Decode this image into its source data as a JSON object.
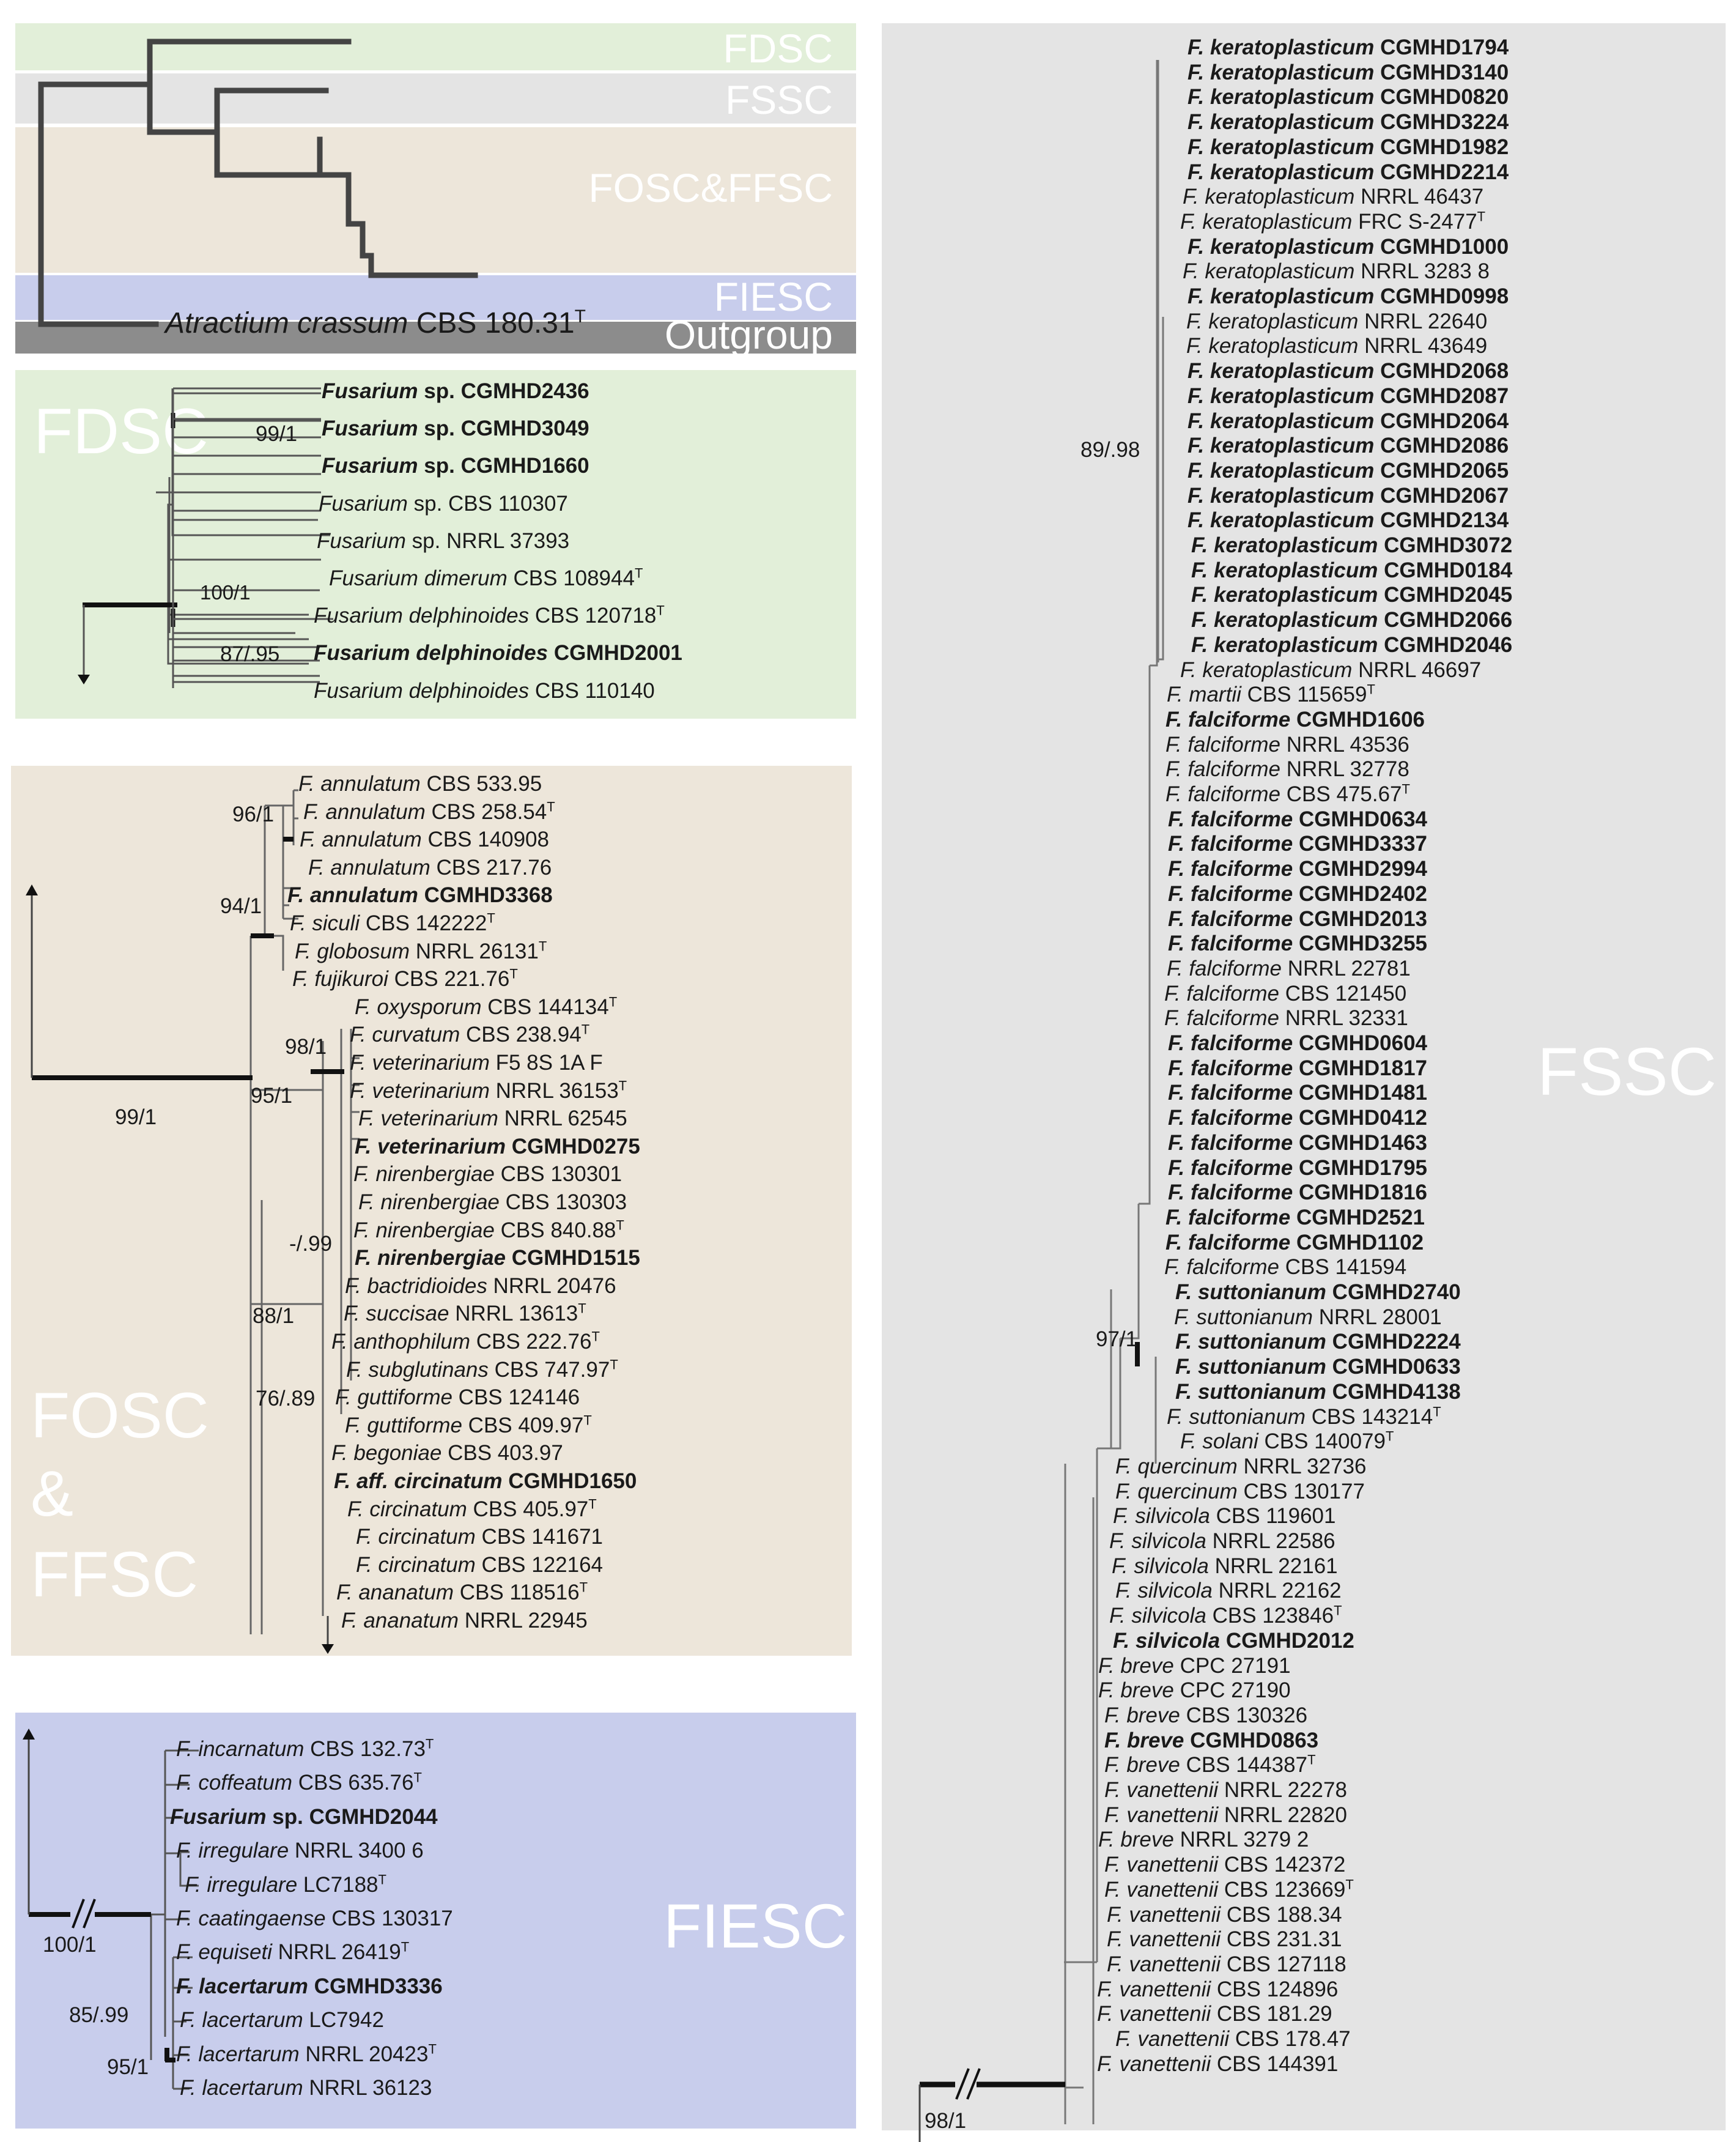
{
  "overview": {
    "clades": [
      "FDSC",
      "FSSC",
      "FOSC&FFSC",
      "FIESC"
    ],
    "outgroup_label": "Outgroup",
    "outgroup_taxon": {
      "sp": "Atractium crassum",
      "code": "CBS 180.31",
      "sup": "T"
    }
  },
  "fdsc": {
    "title": "FDSC",
    "supports": [
      "99/1",
      "100/1",
      "87/.95"
    ],
    "taxa": [
      {
        "sp": "Fusarium",
        "code": "sp. CGMHD2436",
        "sup": "",
        "bold": true
      },
      {
        "sp": "Fusarium",
        "code": "sp. CGMHD3049",
        "sup": "",
        "bold": true
      },
      {
        "sp": "Fusarium",
        "code": "sp. CGMHD1660",
        "sup": "",
        "bold": true
      },
      {
        "sp": "Fusarium",
        "code": "sp. CBS 110307",
        "sup": "",
        "bold": false
      },
      {
        "sp": "Fusarium",
        "code": "sp. NRRL 37393",
        "sup": "",
        "bold": false
      },
      {
        "sp": "Fusarium dimerum",
        "code": "CBS 108944",
        "sup": "T",
        "bold": false
      },
      {
        "sp": "Fusarium delphinoides",
        "code": "CBS 120718",
        "sup": "T",
        "bold": false
      },
      {
        "sp": "Fusarium delphinoides",
        "code": "CGMHD2001",
        "sup": "",
        "bold": true
      },
      {
        "sp": "Fusarium delphinoides",
        "code": "CBS 110140",
        "sup": "",
        "bold": false
      }
    ]
  },
  "fosc": {
    "title_lines": [
      "FOSC",
      "&",
      "FFSC"
    ],
    "supports": [
      "96/1",
      "94/1",
      "98/1",
      "95/1",
      "99/1",
      "-/.99",
      "88/1",
      "76/.89"
    ],
    "taxa": [
      {
        "sp": "F. annulatum",
        "code": "CBS 533.95",
        "sup": "",
        "bold": false
      },
      {
        "sp": "F. annulatum",
        "code": "CBS 258.54",
        "sup": "T",
        "bold": false
      },
      {
        "sp": "F. annulatum",
        "code": "CBS 140908",
        "sup": "",
        "bold": false
      },
      {
        "sp": "F. annulatum",
        "code": "CBS 217.76",
        "sup": "",
        "bold": false
      },
      {
        "sp": "F. annulatum",
        "code": "CGMHD3368",
        "sup": "",
        "bold": true
      },
      {
        "sp": "F. siculi",
        "code": "CBS 142222",
        "sup": "T",
        "bold": false
      },
      {
        "sp": "F. globosum",
        "code": "NRRL 26131",
        "sup": "T",
        "bold": false
      },
      {
        "sp": "F. fujikuroi",
        "code": "CBS 221.76",
        "sup": "T",
        "bold": false
      },
      {
        "sp": "F. oxysporum",
        "code": "CBS 144134",
        "sup": "T",
        "bold": false
      },
      {
        "sp": "F. curvatum",
        "code": "CBS 238.94",
        "sup": "T",
        "bold": false
      },
      {
        "sp": "F. veterinarium",
        "code": "F5 8S 1A F",
        "sup": "",
        "bold": false
      },
      {
        "sp": "F. veterinarium",
        "code": "NRRL 36153",
        "sup": "T",
        "bold": false
      },
      {
        "sp": "F. veterinarium",
        "code": "NRRL 62545",
        "sup": "",
        "bold": false
      },
      {
        "sp": "F. veterinarium",
        "code": "CGMHD0275",
        "sup": "",
        "bold": true
      },
      {
        "sp": "F. nirenbergiae",
        "code": "CBS 130301",
        "sup": "",
        "bold": false
      },
      {
        "sp": "F. nirenbergiae",
        "code": "CBS 130303",
        "sup": "",
        "bold": false
      },
      {
        "sp": "F. nirenbergiae",
        "code": "CBS 840.88",
        "sup": "T",
        "bold": false
      },
      {
        "sp": "F. nirenbergiae",
        "code": "CGMHD1515",
        "sup": "",
        "bold": true
      },
      {
        "sp": "F. bactridioides",
        "code": "NRRL 20476",
        "sup": "",
        "bold": false
      },
      {
        "sp": "F. succisae",
        "code": "NRRL 13613",
        "sup": "T",
        "bold": false
      },
      {
        "sp": "F. anthophilum",
        "code": "CBS 222.76",
        "sup": "T",
        "bold": false
      },
      {
        "sp": "F. subglutinans",
        "code": "CBS 747.97",
        "sup": "T",
        "bold": false
      },
      {
        "sp": "F. guttiforme",
        "code": "CBS 124146",
        "sup": "",
        "bold": false
      },
      {
        "sp": "F. guttiforme",
        "code": "CBS 409.97",
        "sup": "T",
        "bold": false
      },
      {
        "sp": "F. begoniae",
        "code": "CBS 403.97",
        "sup": "",
        "bold": false
      },
      {
        "sp": "F. aff. circinatum",
        "code": "CGMHD1650",
        "sup": "",
        "bold": true
      },
      {
        "sp": "F. circinatum",
        "code": "CBS 405.97",
        "sup": "T",
        "bold": false
      },
      {
        "sp": "F. circinatum",
        "code": "CBS 141671",
        "sup": "",
        "bold": false
      },
      {
        "sp": "F. circinatum",
        "code": "CBS 122164",
        "sup": "",
        "bold": false
      },
      {
        "sp": "F. ananatum",
        "code": "CBS 118516",
        "sup": "T",
        "bold": false
      },
      {
        "sp": "F. ananatum",
        "code": "NRRL 22945",
        "sup": "",
        "bold": false
      }
    ]
  },
  "fiesc": {
    "title": "FIESC",
    "supports": [
      "100/1",
      "85/.99",
      "95/1"
    ],
    "taxa": [
      {
        "sp": "F. incarnatum",
        "code": "CBS 132.73",
        "sup": "T",
        "bold": false
      },
      {
        "sp": "F. coffeatum",
        "code": "CBS 635.76",
        "sup": "T",
        "bold": false
      },
      {
        "sp": "Fusarium",
        "code": "sp. CGMHD2044",
        "sup": "",
        "bold": true
      },
      {
        "sp": "F. irregulare",
        "code": "NRRL 3400 6",
        "sup": "",
        "bold": false
      },
      {
        "sp": "F. irregulare",
        "code": "LC7188",
        "sup": "T",
        "bold": false
      },
      {
        "sp": "F. caatingaense",
        "code": "CBS 130317",
        "sup": "",
        "bold": false
      },
      {
        "sp": "F. equiseti",
        "code": "NRRL 26419",
        "sup": "T",
        "bold": false
      },
      {
        "sp": "F. lacertarum",
        "code": "CGMHD3336",
        "sup": "",
        "bold": true
      },
      {
        "sp": "F. lacertarum",
        "code": "LC7942",
        "sup": "",
        "bold": false
      },
      {
        "sp": "F. lacertarum",
        "code": "NRRL 20423",
        "sup": "T",
        "bold": false
      },
      {
        "sp": "F. lacertarum",
        "code": "NRRL 36123",
        "sup": "",
        "bold": false
      }
    ]
  },
  "fssc": {
    "title": "FSSC",
    "supports": [
      "89/.98",
      "97/1",
      "98/1"
    ],
    "taxa": [
      {
        "sp": "F. keratoplasticum",
        "code": "CGMHD1794",
        "sup": "",
        "bold": true
      },
      {
        "sp": "F. keratoplasticum",
        "code": "CGMHD3140",
        "sup": "",
        "bold": true
      },
      {
        "sp": "F. keratoplasticum",
        "code": "CGMHD0820",
        "sup": "",
        "bold": true
      },
      {
        "sp": "F. keratoplasticum",
        "code": "CGMHD3224",
        "sup": "",
        "bold": true
      },
      {
        "sp": "F. keratoplasticum",
        "code": "CGMHD1982",
        "sup": "",
        "bold": true
      },
      {
        "sp": "F. keratoplasticum",
        "code": "CGMHD2214",
        "sup": "",
        "bold": true
      },
      {
        "sp": "F. keratoplasticum",
        "code": "NRRL 46437",
        "sup": "",
        "bold": false
      },
      {
        "sp": "F. keratoplasticum",
        "code": "FRC S-2477",
        "sup": "T",
        "bold": false
      },
      {
        "sp": "F. keratoplasticum",
        "code": "CGMHD1000",
        "sup": "",
        "bold": true
      },
      {
        "sp": "F. keratoplasticum",
        "code": "NRRL 3283 8",
        "sup": "",
        "bold": false
      },
      {
        "sp": "F. keratoplasticum",
        "code": "CGMHD0998",
        "sup": "",
        "bold": true
      },
      {
        "sp": "F. keratoplasticum",
        "code": "NRRL 22640",
        "sup": "",
        "bold": false
      },
      {
        "sp": "F. keratoplasticum",
        "code": "NRRL 43649",
        "sup": "",
        "bold": false
      },
      {
        "sp": "F. keratoplasticum",
        "code": "CGMHD2068",
        "sup": "",
        "bold": true
      },
      {
        "sp": "F. keratoplasticum",
        "code": "CGMHD2087",
        "sup": "",
        "bold": true
      },
      {
        "sp": "F. keratoplasticum",
        "code": "CGMHD2064",
        "sup": "",
        "bold": true
      },
      {
        "sp": "F. keratoplasticum",
        "code": "CGMHD2086",
        "sup": "",
        "bold": true
      },
      {
        "sp": "F. keratoplasticum",
        "code": "CGMHD2065",
        "sup": "",
        "bold": true
      },
      {
        "sp": "F. keratoplasticum",
        "code": "CGMHD2067",
        "sup": "",
        "bold": true
      },
      {
        "sp": "F. keratoplasticum",
        "code": "CGMHD2134",
        "sup": "",
        "bold": true
      },
      {
        "sp": "F. keratoplasticum",
        "code": "CGMHD3072",
        "sup": "",
        "bold": true
      },
      {
        "sp": "F. keratoplasticum",
        "code": "CGMHD0184",
        "sup": "",
        "bold": true
      },
      {
        "sp": "F. keratoplasticum",
        "code": "CGMHD2045",
        "sup": "",
        "bold": true
      },
      {
        "sp": "F. keratoplasticum",
        "code": "CGMHD2066",
        "sup": "",
        "bold": true
      },
      {
        "sp": "F. keratoplasticum",
        "code": "CGMHD2046",
        "sup": "",
        "bold": true
      },
      {
        "sp": "F. keratoplasticum",
        "code": "NRRL 46697",
        "sup": "",
        "bold": false
      },
      {
        "sp": "F. martii",
        "code": "CBS 115659",
        "sup": "T",
        "bold": false
      },
      {
        "sp": "F. falciforme",
        "code": "CGMHD1606",
        "sup": "",
        "bold": true
      },
      {
        "sp": "F. falciforme",
        "code": "NRRL 43536",
        "sup": "",
        "bold": false
      },
      {
        "sp": "F. falciforme",
        "code": "NRRL 32778",
        "sup": "",
        "bold": false
      },
      {
        "sp": "F. falciforme",
        "code": "CBS 475.67",
        "sup": "T",
        "bold": false
      },
      {
        "sp": "F. falciforme",
        "code": "CGMHD0634",
        "sup": "",
        "bold": true
      },
      {
        "sp": "F. falciforme",
        "code": "CGMHD3337",
        "sup": "",
        "bold": true
      },
      {
        "sp": "F. falciforme",
        "code": "CGMHD2994",
        "sup": "",
        "bold": true
      },
      {
        "sp": "F. falciforme",
        "code": "CGMHD2402",
        "sup": "",
        "bold": true
      },
      {
        "sp": "F. falciforme",
        "code": "CGMHD2013",
        "sup": "",
        "bold": true
      },
      {
        "sp": "F. falciforme",
        "code": "CGMHD3255",
        "sup": "",
        "bold": true
      },
      {
        "sp": "F. falciforme",
        "code": "NRRL 22781",
        "sup": "",
        "bold": false
      },
      {
        "sp": "F. falciforme",
        "code": "CBS 121450",
        "sup": "",
        "bold": false
      },
      {
        "sp": "F. falciforme",
        "code": "NRRL 32331",
        "sup": "",
        "bold": false
      },
      {
        "sp": "F. falciforme",
        "code": "CGMHD0604",
        "sup": "",
        "bold": true
      },
      {
        "sp": "F. falciforme",
        "code": "CGMHD1817",
        "sup": "",
        "bold": true
      },
      {
        "sp": "F. falciforme",
        "code": "CGMHD1481",
        "sup": "",
        "bold": true
      },
      {
        "sp": "F. falciforme",
        "code": "CGMHD0412",
        "sup": "",
        "bold": true
      },
      {
        "sp": "F. falciforme",
        "code": "CGMHD1463",
        "sup": "",
        "bold": true
      },
      {
        "sp": "F. falciforme",
        "code": "CGMHD1795",
        "sup": "",
        "bold": true
      },
      {
        "sp": "F. falciforme",
        "code": "CGMHD1816",
        "sup": "",
        "bold": true
      },
      {
        "sp": "F. falciforme",
        "code": "CGMHD2521",
        "sup": "",
        "bold": true
      },
      {
        "sp": "F. falciforme",
        "code": "CGMHD1102",
        "sup": "",
        "bold": true
      },
      {
        "sp": "F. falciforme",
        "code": "CBS 141594",
        "sup": "",
        "bold": false
      },
      {
        "sp": "F. suttonianum",
        "code": "CGMHD2740",
        "sup": "",
        "bold": true
      },
      {
        "sp": "F. suttonianum",
        "code": "NRRL 28001",
        "sup": "",
        "bold": false
      },
      {
        "sp": "F. suttonianum",
        "code": "CGMHD2224",
        "sup": "",
        "bold": true
      },
      {
        "sp": "F. suttonianum",
        "code": "CGMHD0633",
        "sup": "",
        "bold": true
      },
      {
        "sp": "F. suttonianum",
        "code": "CGMHD4138",
        "sup": "",
        "bold": true
      },
      {
        "sp": "F. suttonianum",
        "code": "CBS 143214",
        "sup": "T",
        "bold": false
      },
      {
        "sp": "F. solani",
        "code": "CBS 140079",
        "sup": "T",
        "bold": false
      },
      {
        "sp": "F. quercinum",
        "code": "NRRL 32736",
        "sup": "",
        "bold": false
      },
      {
        "sp": "F. quercinum",
        "code": "CBS 130177",
        "sup": "",
        "bold": false
      },
      {
        "sp": "F. silvicola",
        "code": "CBS 119601",
        "sup": "",
        "bold": false
      },
      {
        "sp": "F. silvicola",
        "code": "NRRL 22586",
        "sup": "",
        "bold": false
      },
      {
        "sp": "F. silvicola",
        "code": "NRRL 22161",
        "sup": "",
        "bold": false
      },
      {
        "sp": "F. silvicola",
        "code": "NRRL 22162",
        "sup": "",
        "bold": false
      },
      {
        "sp": "F. silvicola",
        "code": "CBS 123846",
        "sup": "T",
        "bold": false
      },
      {
        "sp": "F. silvicola",
        "code": "CGMHD2012",
        "sup": "",
        "bold": true
      },
      {
        "sp": "F. breve",
        "code": "CPC 27191",
        "sup": "",
        "bold": false
      },
      {
        "sp": "F. breve",
        "code": "CPC 27190",
        "sup": "",
        "bold": false
      },
      {
        "sp": "F. breve",
        "code": "CBS 130326",
        "sup": "",
        "bold": false
      },
      {
        "sp": "F. breve",
        "code": "CGMHD0863",
        "sup": "",
        "bold": true
      },
      {
        "sp": "F. breve",
        "code": "CBS 144387",
        "sup": "T",
        "bold": false
      },
      {
        "sp": "F. vanettenii",
        "code": "NRRL 22278",
        "sup": "",
        "bold": false
      },
      {
        "sp": "F. vanettenii",
        "code": "NRRL 22820",
        "sup": "",
        "bold": false
      },
      {
        "sp": "F. breve",
        "code": "NRRL 3279 2",
        "sup": "",
        "bold": false
      },
      {
        "sp": "F. vanettenii",
        "code": "CBS 142372",
        "sup": "",
        "bold": false
      },
      {
        "sp": "F. vanettenii",
        "code": "CBS 123669",
        "sup": "T",
        "bold": false
      },
      {
        "sp": "F. vanettenii",
        "code": "CBS 188.34",
        "sup": "",
        "bold": false
      },
      {
        "sp": "F. vanettenii",
        "code": "CBS 231.31",
        "sup": "",
        "bold": false
      },
      {
        "sp": "F. vanettenii",
        "code": "CBS 127118",
        "sup": "",
        "bold": false
      },
      {
        "sp": "F. vanettenii",
        "code": "CBS 124896",
        "sup": "",
        "bold": false
      },
      {
        "sp": "F. vanettenii",
        "code": "CBS 181.29",
        "sup": "",
        "bold": false
      },
      {
        "sp": "F. vanettenii",
        "code": "CBS 178.47",
        "sup": "",
        "bold": false
      },
      {
        "sp": "F. vanettenii",
        "code": "CBS 144391",
        "sup": "",
        "bold": false
      }
    ]
  },
  "colors": {
    "fdsc_bg": "#e2efd9",
    "fssc_bg": "#e4e4e4",
    "fosc_bg": "#ede6da",
    "fiesc_bg": "#c8cdec",
    "outgroup_bg": "#8c8c8c",
    "branch": "#555555"
  }
}
